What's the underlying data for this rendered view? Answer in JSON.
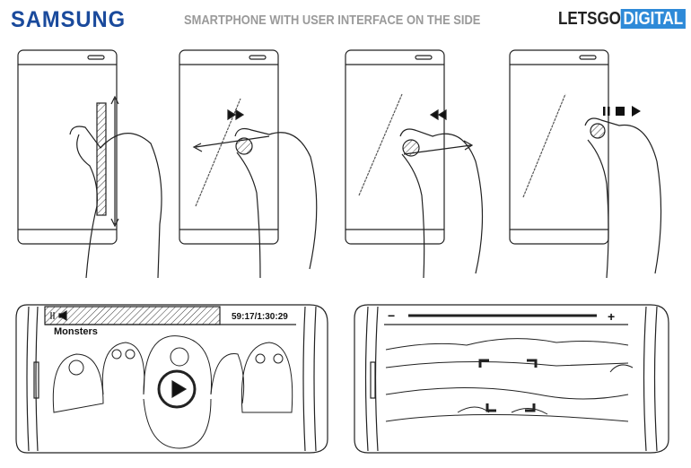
{
  "header": {
    "brand": "SAMSUNG",
    "title": "SMARTPHONE WITH USER INTERFACE ON THE SIDE",
    "source_logo_part1": "LETSGO",
    "source_logo_part2": "DIGITAL"
  },
  "video_panel": {
    "video_title": "Monsters",
    "time_readout": "59:17/1:30:29"
  },
  "camera_panel": {
    "zoom_out": "−",
    "zoom_in": "+"
  },
  "colors": {
    "brand": "#1a4a9c",
    "accent": "#2e8ad8",
    "title": "#9a9a9a"
  }
}
